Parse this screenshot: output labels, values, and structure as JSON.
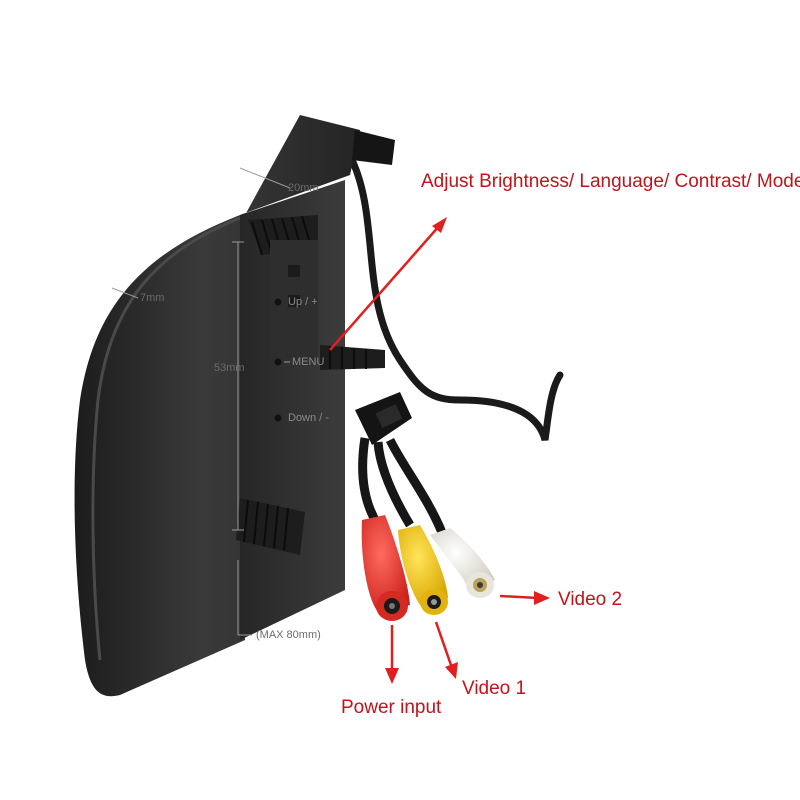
{
  "callouts": {
    "menu_functions": "Adjust Brightness/ Language/ Contrast/ Mode",
    "power_input": "Power input",
    "video1": "Video 1",
    "video2": "Video 2"
  },
  "dimensions": {
    "depth": "20mm",
    "thickness": "7mm",
    "bracket_height": "53mm",
    "max_height": "(MAX 80mm)"
  },
  "buttons": {
    "up": "Up / +",
    "menu": "MENU",
    "down": "Down / -"
  },
  "colors": {
    "callout_text": "#c0141b",
    "arrow": "#e02020",
    "body": "#2a2a2a",
    "plug_power": "#e63a35",
    "plug_video1": "#f2c81a",
    "plug_video2": "#f4f2ec"
  }
}
